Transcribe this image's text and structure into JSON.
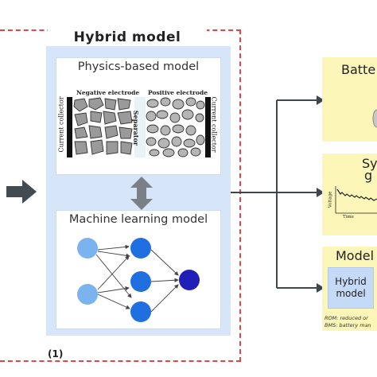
{
  "hybrid_model": {
    "title": "Hybrid model",
    "label_number": "(1)",
    "physics_model": {
      "title": "Physics-based model",
      "negative_electrode": "Negative electrode",
      "positive_electrode": "Positive electrode",
      "separator": "Separator",
      "current_collector": "Current collector"
    },
    "ml_model": {
      "title": "Machine learning model",
      "layers": [
        2,
        3,
        1
      ],
      "colors": [
        "#7ab3ee",
        "#1f6fe0",
        "#2020b8"
      ]
    }
  },
  "right_panels": {
    "battery": {
      "title": "Batte"
    },
    "system": {
      "title_line1": "Sy",
      "title_line2": "g",
      "voltage_label": "Voltage",
      "time_label": "Time"
    },
    "model": {
      "title": "Model",
      "hybrid_mini_line1": "Hybrid",
      "hybrid_mini_line2": "model",
      "note1": "ROM: reduced or",
      "note2": "BMS: battery man"
    }
  },
  "colors": {
    "dashed_border": "#e0474c",
    "panel_blue": "#d6e5f8",
    "panel_yellow": "#fdf6b9",
    "arrow_gray": "#3e464d"
  }
}
